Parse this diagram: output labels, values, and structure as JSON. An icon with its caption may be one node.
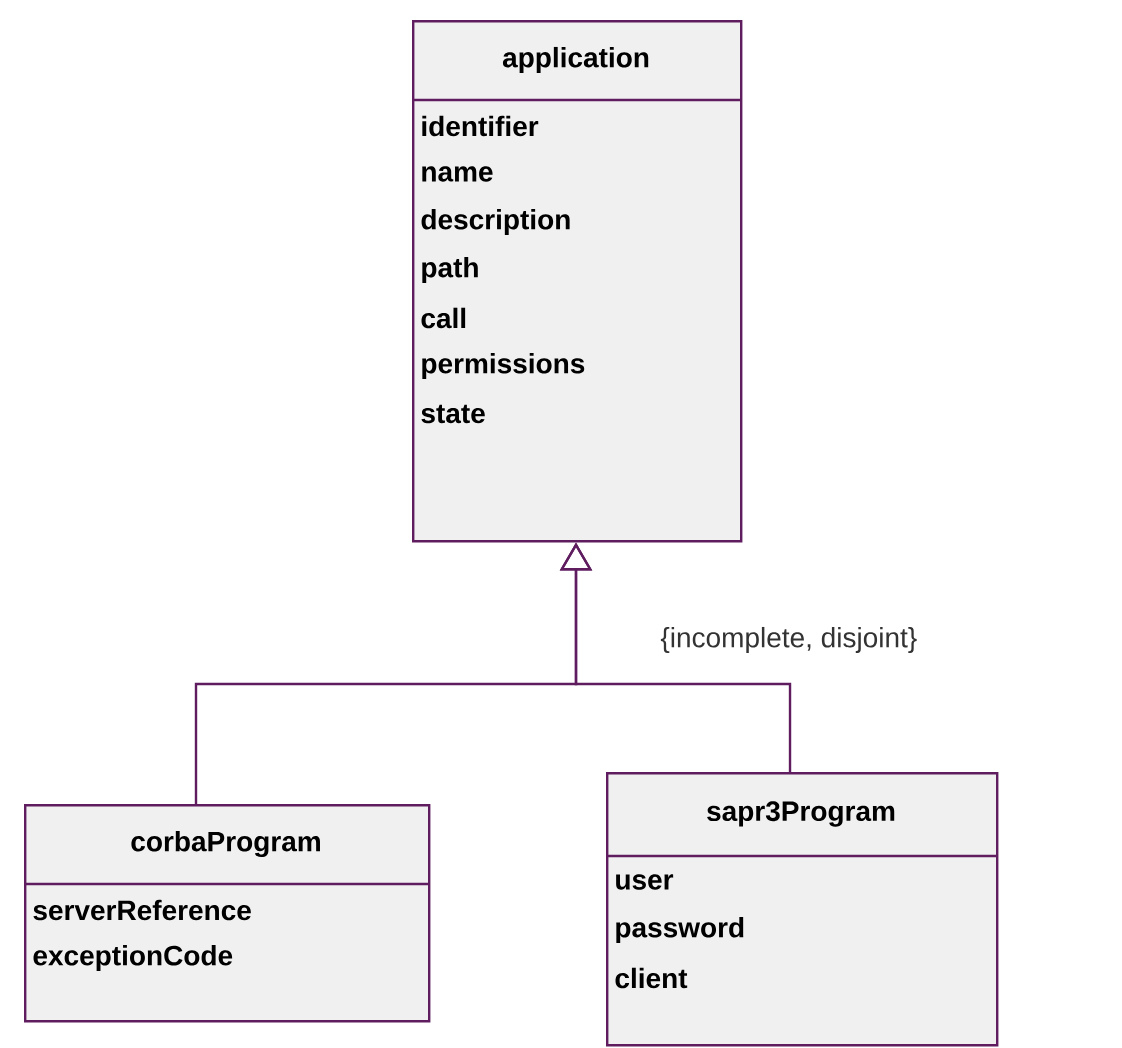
{
  "diagram": {
    "nodes": [
      {
        "text": [
          "application",
          "identifier",
          "name",
          "description",
          "path",
          "call",
          "permissions",
          "state"
        ]
      },
      {
        "text": [
          "corbaProgram",
          "serverReference",
          "exceptionCode"
        ]
      },
      {
        "text": [
          "sapr3Program",
          "user",
          "password",
          "client"
        ]
      }
    ],
    "edges": [
      {
        "from": 1,
        "to": 0,
        "arrow": "to"
      },
      {
        "from": 2,
        "to": 0,
        "arrow": "to"
      }
    ],
    "labels": [
      "{incomplete, disjoint}"
    ]
  }
}
